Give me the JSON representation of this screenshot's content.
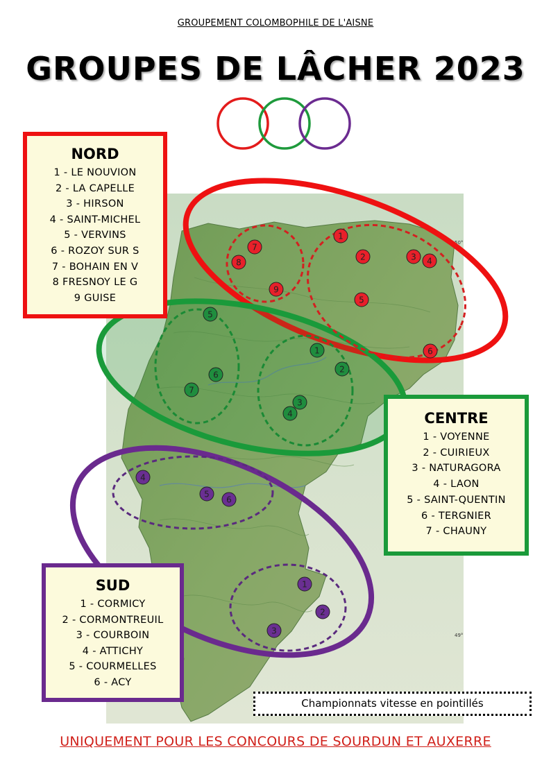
{
  "header": {
    "organization": "GROUPEMENT COLOMBOPHILE DE L'AISNE",
    "title": "GROUPES DE LÂCHER 2023"
  },
  "colors": {
    "nord": "#ee1111",
    "centre": "#1a9a3a",
    "sud": "#6a2a8e",
    "accent": "#d0201a"
  },
  "groups": {
    "nord": {
      "title": "NORD",
      "items": [
        "1 - LE NOUVION",
        "2 - LA CAPELLE",
        "3 - HIRSON",
        "4 - SAINT-MICHEL",
        "5 - VERVINS",
        "6 - ROZOY SUR S",
        "7 - BOHAIN EN V",
        "8 FRESNOY LE G",
        "9 GUISE"
      ]
    },
    "centre": {
      "title": "CENTRE",
      "items": [
        "1 - VOYENNE",
        "2 - CUIRIEUX",
        "3 - NATURAGORA",
        "4 - LAON",
        "5 - SAINT-QUENTIN",
        "6 - TERGNIER",
        "7 - CHAUNY"
      ]
    },
    "sud": {
      "title": "SUD",
      "items": [
        "1 - CORMICY",
        "2 - CORMONTREUIL",
        "3 - COURBOIN",
        "4 - ATTICHY",
        "5 - COURMELLES",
        "6 - ACY"
      ]
    }
  },
  "markers": {
    "nord": [
      "1",
      "2",
      "3",
      "4",
      "5",
      "6",
      "7",
      "8",
      "9"
    ],
    "centre": [
      "1",
      "2",
      "3",
      "4",
      "5",
      "6",
      "7"
    ],
    "sud": [
      "1",
      "2",
      "3",
      "4",
      "5",
      "6"
    ]
  },
  "map_labels": {
    "lat_50": "50°",
    "lat_49": "49°"
  },
  "legend": "Championnats vitesse en pointillés",
  "footer": "UNIQUEMENT POUR LES CONCOURS DE SOURDUN ET AUXERRE"
}
